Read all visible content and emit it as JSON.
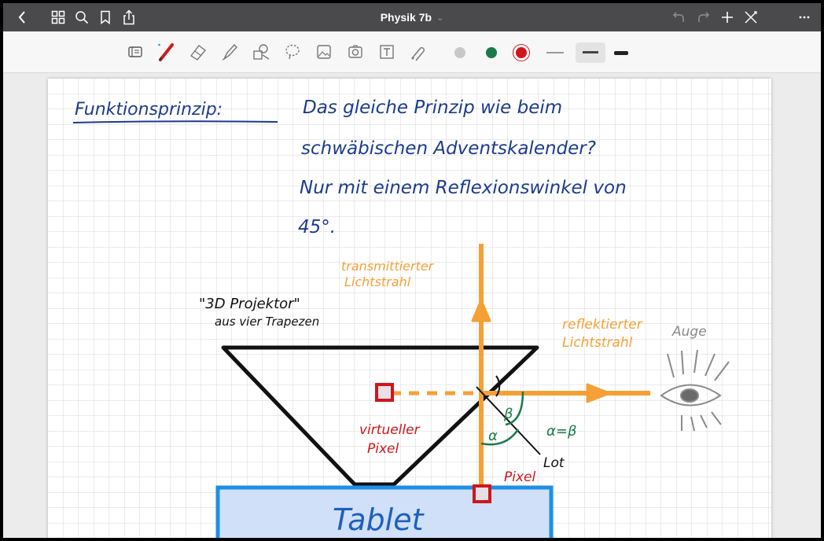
{
  "app": {
    "title": "Physik 7b"
  },
  "colors": {
    "topbar": "#4a4a4c",
    "ink_blue": "#1c3c8c",
    "ink_orange": "#f5a035",
    "ink_red": "#d0161b",
    "ink_green": "#1a7a4a",
    "ink_black": "#111111",
    "ink_gray": "#8a8a8a",
    "tablet_fill": "#cfe0f8",
    "tablet_stroke": "#1e8fe6"
  },
  "topbar": {
    "icons": [
      "back-icon",
      "grid-icon",
      "search-icon",
      "bookmark-icon",
      "share-icon",
      "undo-icon",
      "redo-icon",
      "add-page-icon",
      "close-edit-icon",
      "more-icon"
    ]
  },
  "toolbar": {
    "tools": [
      "reader-icon",
      "pen-icon",
      "eraser-icon",
      "highlighter-icon",
      "shapes-icon",
      "lasso-icon",
      "image-icon",
      "camera-icon",
      "text-icon",
      "laser-icon"
    ],
    "colors": [
      "#c8c8c8",
      "#1a7a4a",
      "#d0161b"
    ],
    "widths": [
      "thin",
      "medium",
      "thick"
    ]
  },
  "note": {
    "heading": "Funktionsprinzip:",
    "lines": [
      "Das gleiche Prinzip wie beim",
      "schwäbischen Adventskalender?",
      "Nur mit einem Reflexionswinkel von",
      "45°."
    ],
    "labels": {
      "transmitted": [
        "transmittierter",
        "Lichtstrahl"
      ],
      "projector": [
        "\"3D Projektor\"",
        "aus vier Trapezen"
      ],
      "reflected": [
        "reflektierter",
        "Lichtstrahl"
      ],
      "eye": "Auge",
      "beta": "β",
      "alpha": "α",
      "equation": "α=β",
      "virtual_pixel": [
        "virtueller",
        "Pixel"
      ],
      "lot": "Lot",
      "pixel": "Pixel",
      "tablet": "Tablet"
    }
  }
}
